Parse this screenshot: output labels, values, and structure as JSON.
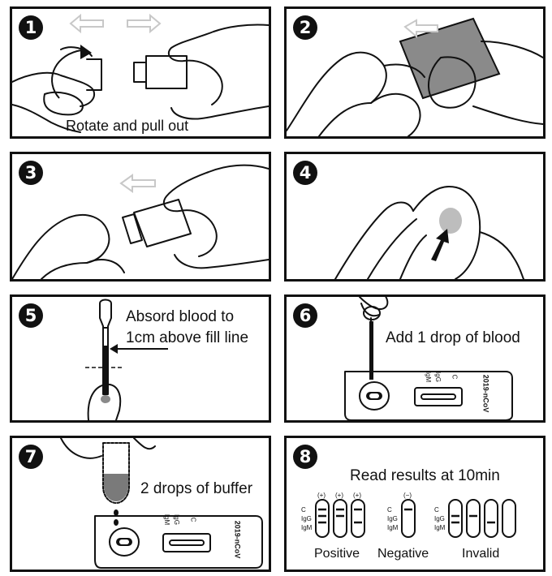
{
  "steps": [
    {
      "number": "1",
      "caption": "Rotate and pull out"
    },
    {
      "number": "2"
    },
    {
      "number": "3"
    },
    {
      "number": "4"
    },
    {
      "number": "5",
      "caption_line1": "Absord blood to",
      "caption_line2": "1cm above fill line"
    },
    {
      "number": "6",
      "caption": "Add 1 drop of blood",
      "cassette_label": "2019-nCoV",
      "line_c": "C",
      "line_igg": "IgG",
      "line_igm": "IgM"
    },
    {
      "number": "7",
      "caption": "2 drops of buffer",
      "cassette_label": "2019-nCoV",
      "line_c": "C",
      "line_igg": "IgG",
      "line_igm": "IgM"
    },
    {
      "number": "8",
      "caption": "Read results at 10min",
      "line_c": "C",
      "line_igg": "IgG",
      "line_igm": "IgM",
      "sign_positive": "(+)",
      "sign_negative": "(−)",
      "label_positive": "Positive",
      "label_negative": "Negative",
      "label_invalid": "Invalid"
    }
  ],
  "colors": {
    "ink": "#111111",
    "arrow_gray": "#c8c8c8",
    "swab_gray": "#8a8a8a",
    "blood_spot": "#bdbdbd",
    "buffer_fill": "#7a7a7a"
  }
}
